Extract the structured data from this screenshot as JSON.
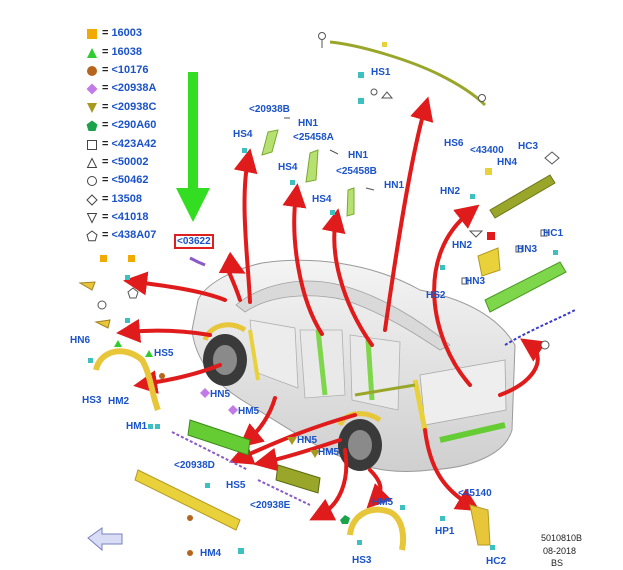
{
  "legend": [
    {
      "shape": "square",
      "color": "#f2a900",
      "code": "16003"
    },
    {
      "shape": "triangle-up",
      "color": "#2ecc2e",
      "code": "16038"
    },
    {
      "shape": "circle",
      "color": "#b5651d",
      "code": "<10176"
    },
    {
      "shape": "diamond",
      "color": "#c17ae6",
      "code": "<20938A"
    },
    {
      "shape": "triangle-down",
      "color": "#a89a1e",
      "code": "<20938C"
    },
    {
      "shape": "pentagon",
      "color": "#1aa34a",
      "code": "<290A60"
    },
    {
      "shape": "square-outline",
      "color": "#444444",
      "code": "<423A42"
    },
    {
      "shape": "triangle-up-outline",
      "color": "#444444",
      "code": "<50002"
    },
    {
      "shape": "circle-outline",
      "color": "#444444",
      "code": "<50462"
    },
    {
      "shape": "diamond-outline",
      "color": "#444444",
      "code": "13508"
    },
    {
      "shape": "triangle-down-outline",
      "color": "#444444",
      "code": "<41018"
    },
    {
      "shape": "pentagon-outline",
      "color": "#444444",
      "code": "<438A07"
    }
  ],
  "labels": {
    "hs1": "HS1",
    "code_20938b": "<20938B",
    "hs4_a": "HS4",
    "hn1_a": "HN1",
    "code_25458a": "<25458A",
    "hs4_b": "HS4",
    "hn1_b": "HN1",
    "code_25458b": "<25458B",
    "hs4_c": "HS4",
    "hn1_c": "HN1",
    "hs6": "HS6",
    "code_43400": "<43400",
    "hc3": "HC3",
    "hn4": "HN4",
    "hn2_a": "HN2",
    "hc1": "HC1",
    "hn2_b": "HN2",
    "hn3_a": "HN3",
    "hs2": "HS2",
    "hn3_b": "HN3",
    "code_03622": "<03622",
    "hn6": "HN6",
    "hs5_a": "HS5",
    "hs3_a": "HS3",
    "hm2": "HM2",
    "hm1": "HM1",
    "hn5_a": "HN5",
    "hm5_a": "HM5",
    "code_20938d": "<20938D",
    "hn5_b": "HN5",
    "hm5_b": "HM5",
    "hs5_b": "HS5",
    "code_20938e": "<20938E",
    "hm5_c": "HM5",
    "code_45140": "<45140",
    "hp1": "HP1",
    "hm4": "HM4",
    "hs3_b": "HS3",
    "hc2": "HC2"
  },
  "reference": {
    "number": "5010810B",
    "date": "08-2018",
    "initials": "BS"
  },
  "colors": {
    "label_blue": "#1a52c8",
    "arrow_red": "#e01b1b",
    "arrow_green": "#33dd22",
    "part_green": "#7ed64a",
    "part_yellow": "#e8d13a",
    "part_olive": "#9aa62a",
    "car_body": "#e6e6e6"
  }
}
